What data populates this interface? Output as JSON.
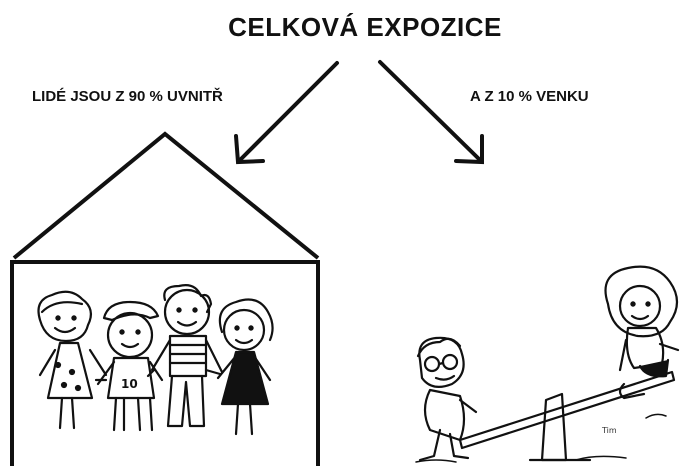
{
  "title": "CELKOVÁ EXPOZICE",
  "left_label": "LIDÉ JSOU Z 90 % UVNITŘ",
  "right_label": "A Z 10 % VENKU",
  "shirt_number": "10",
  "artist_mark": "Tim"
}
